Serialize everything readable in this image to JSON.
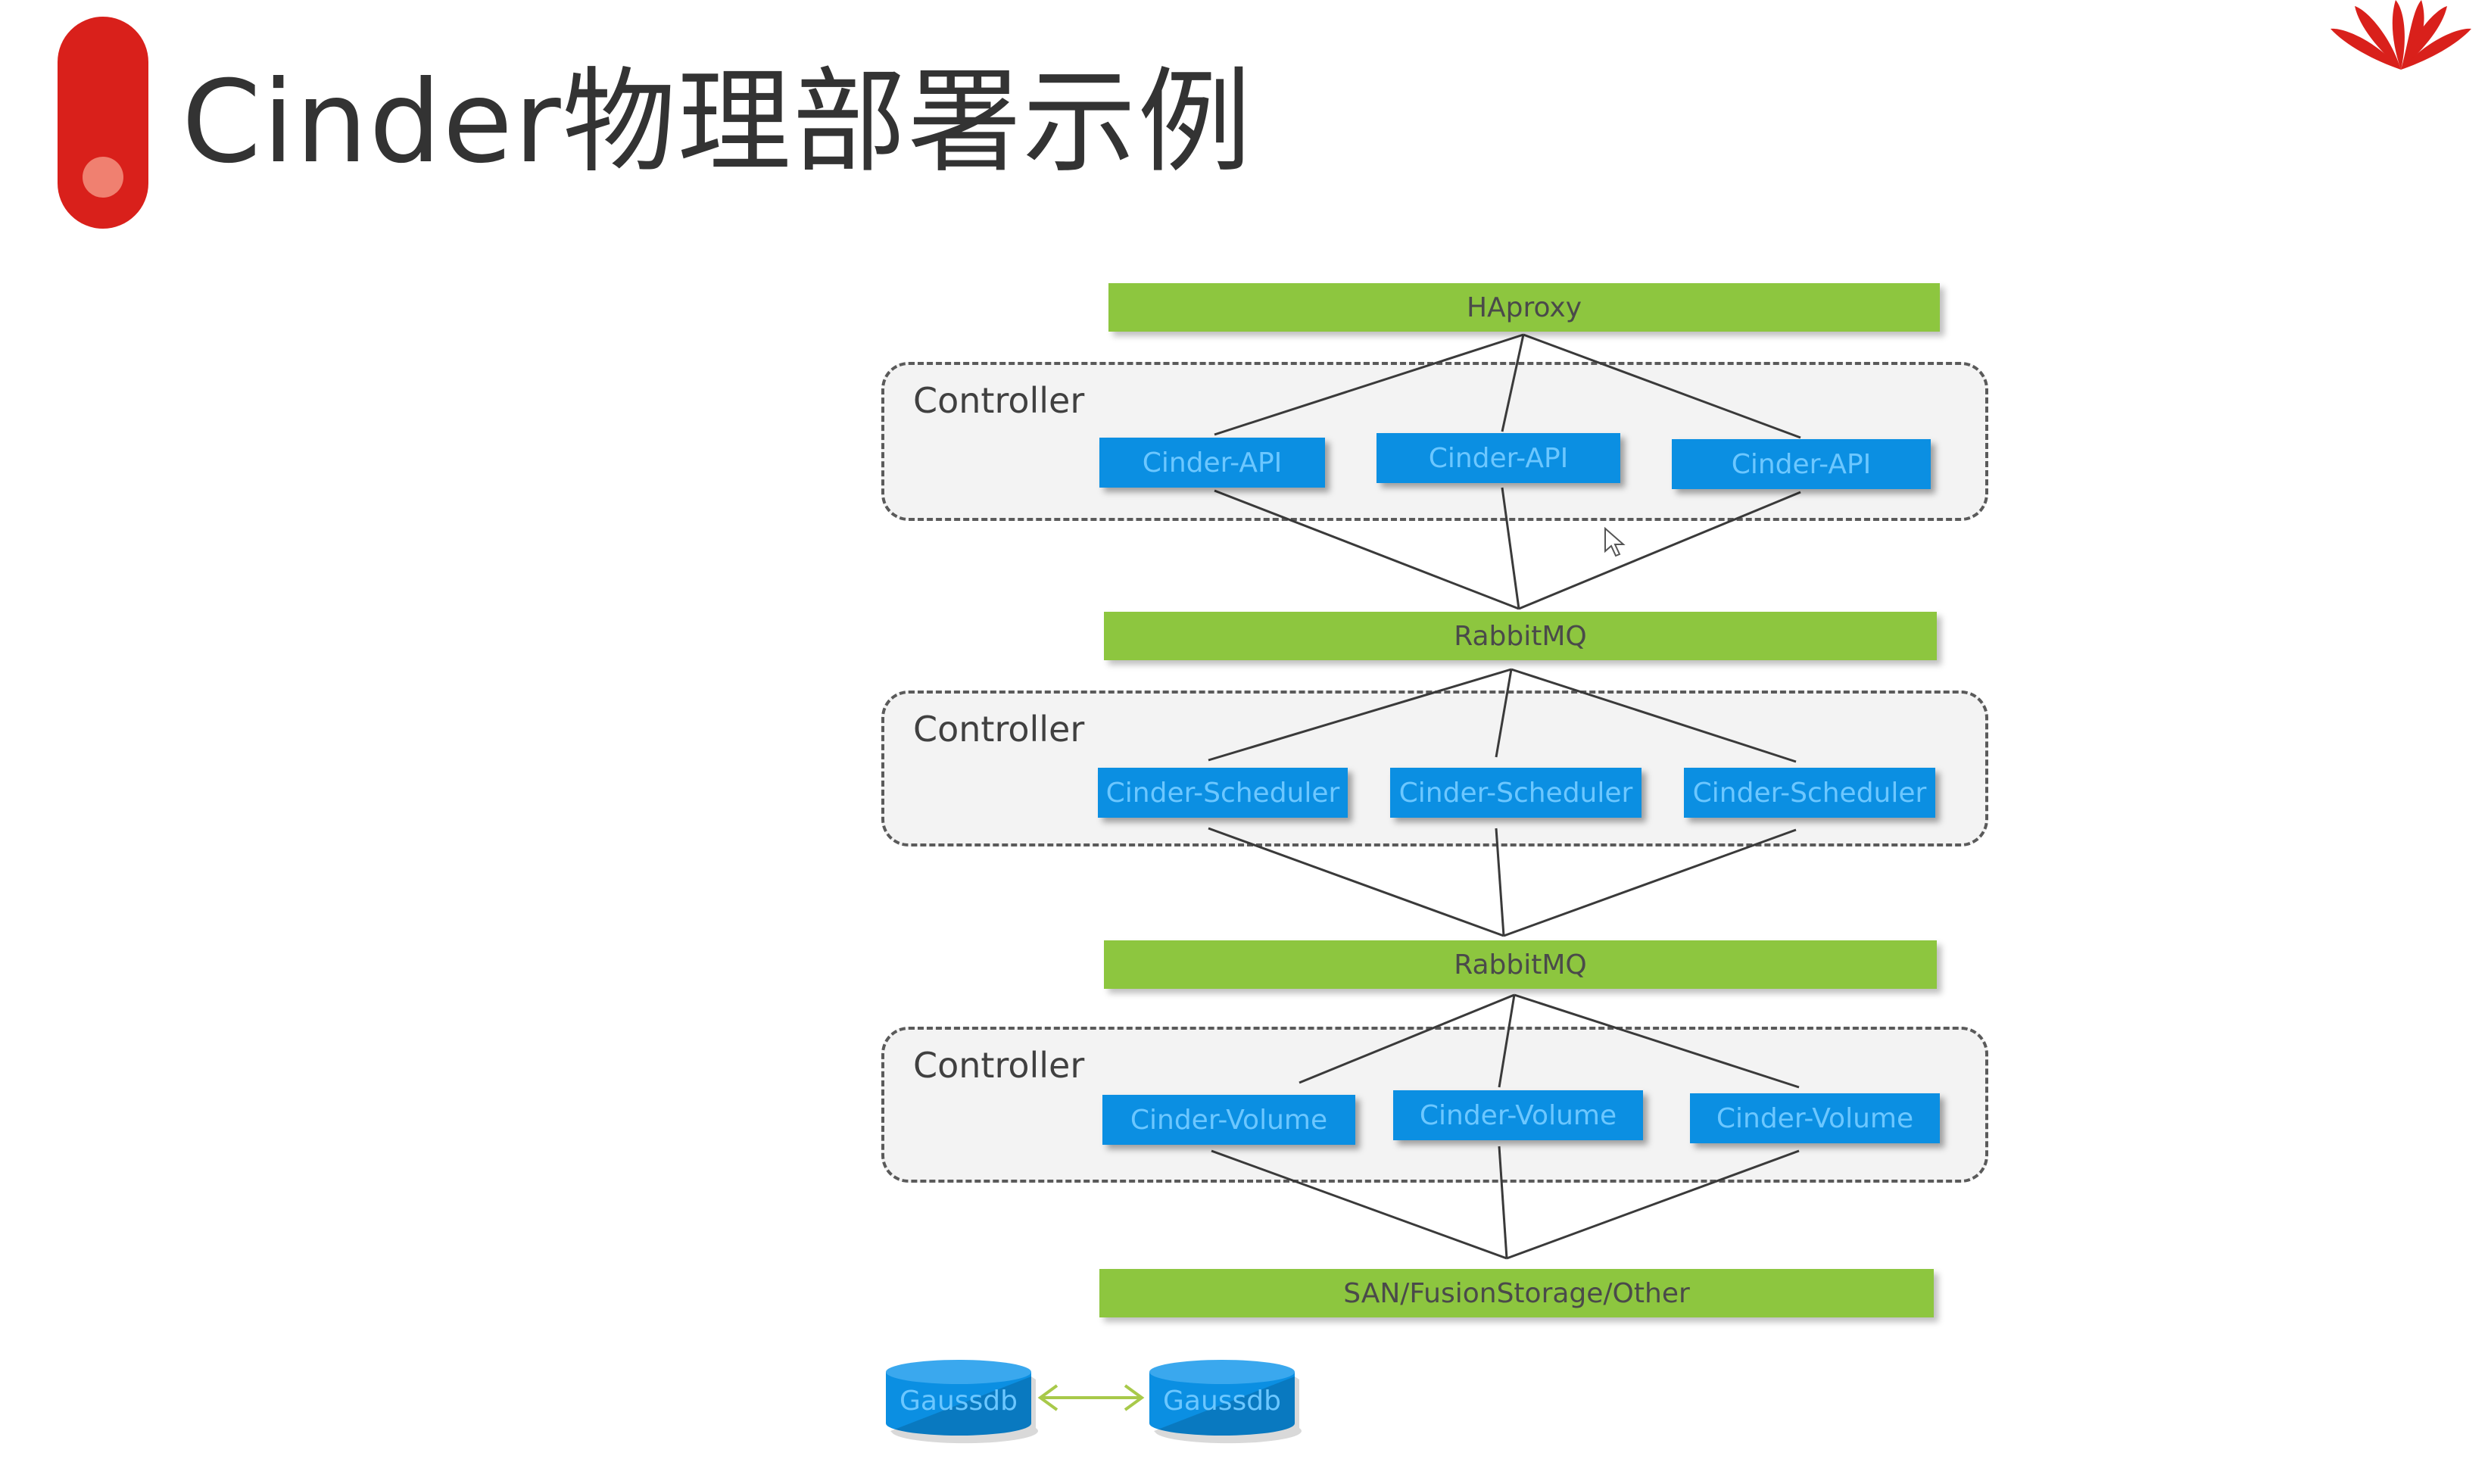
{
  "title": "Cinder物理部署示例",
  "colors": {
    "accent_red": "#d9201b",
    "green_bar": "#8dc63f",
    "blue_box": "#0b8fe2",
    "blue_text": "#6cc7ff"
  },
  "diagram": {
    "haproxy": "HAproxy",
    "group_label": "Controller",
    "api_nodes": [
      "Cinder-API",
      "Cinder-API",
      "Cinder-API"
    ],
    "mq_top": "RabbitMQ",
    "scheduler_nodes": [
      "Cinder-Scheduler",
      "Cinder-Scheduler",
      "Cinder-Scheduler"
    ],
    "mq_bottom": "RabbitMQ",
    "volume_nodes": [
      "Cinder-Volume",
      "Cinder-Volume",
      "Cinder-Volume"
    ],
    "storage": "SAN/FusionStorage/Other",
    "databases": [
      "Gaussdb",
      "Gaussdb"
    ]
  }
}
